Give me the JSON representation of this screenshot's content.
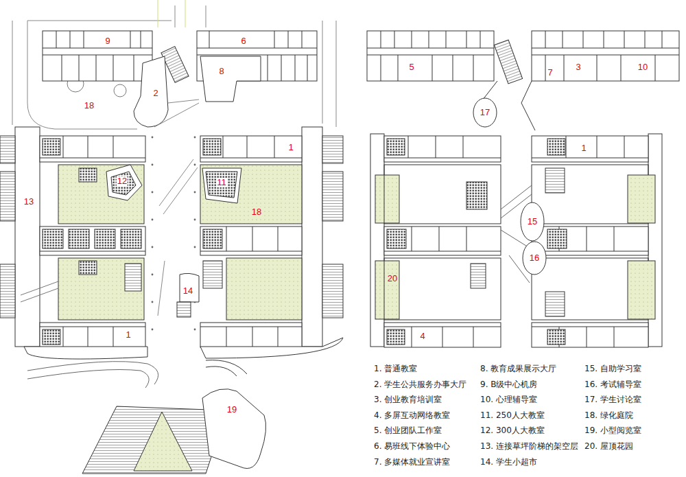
{
  "diagram": {
    "labels": [
      "9",
      "6",
      "8",
      "2",
      "18",
      "1",
      "12",
      "11",
      "13",
      "18",
      "14",
      "1",
      "19",
      "5",
      "17",
      "7",
      "3",
      "10",
      "1",
      "15",
      "16",
      "20",
      "4"
    ],
    "legend": [
      {
        "text": "1. 普通教室"
      },
      {
        "text": "2. 学生公共服务办事大厅"
      },
      {
        "text": "3. 创业教育培训室"
      },
      {
        "text": "4. 多屏互动网络教室"
      },
      {
        "text": "5. 创业团队工作室"
      },
      {
        "text": "6. 易班线下体验中心"
      },
      {
        "text": "7. 多媒体就业宣讲室"
      },
      {
        "text": "8. 教育成果展示大厅"
      },
      {
        "text": "9. B级中心机房"
      },
      {
        "text": "10. 心理辅导室"
      },
      {
        "text": "11. 250人大教室"
      },
      {
        "text": "12. 300人大教室"
      },
      {
        "text": "13. 连接草坪阶梯的架空层"
      },
      {
        "text": "14. 学生小超市"
      },
      {
        "text": "15. 自助学习室"
      },
      {
        "text": "16. 考试辅导室"
      },
      {
        "text": "17. 学生讨论室"
      },
      {
        "text": "18. 绿化庭院"
      },
      {
        "text": "19. 小型阅览室"
      },
      {
        "text": "20. 屋顶花园"
      }
    ]
  }
}
